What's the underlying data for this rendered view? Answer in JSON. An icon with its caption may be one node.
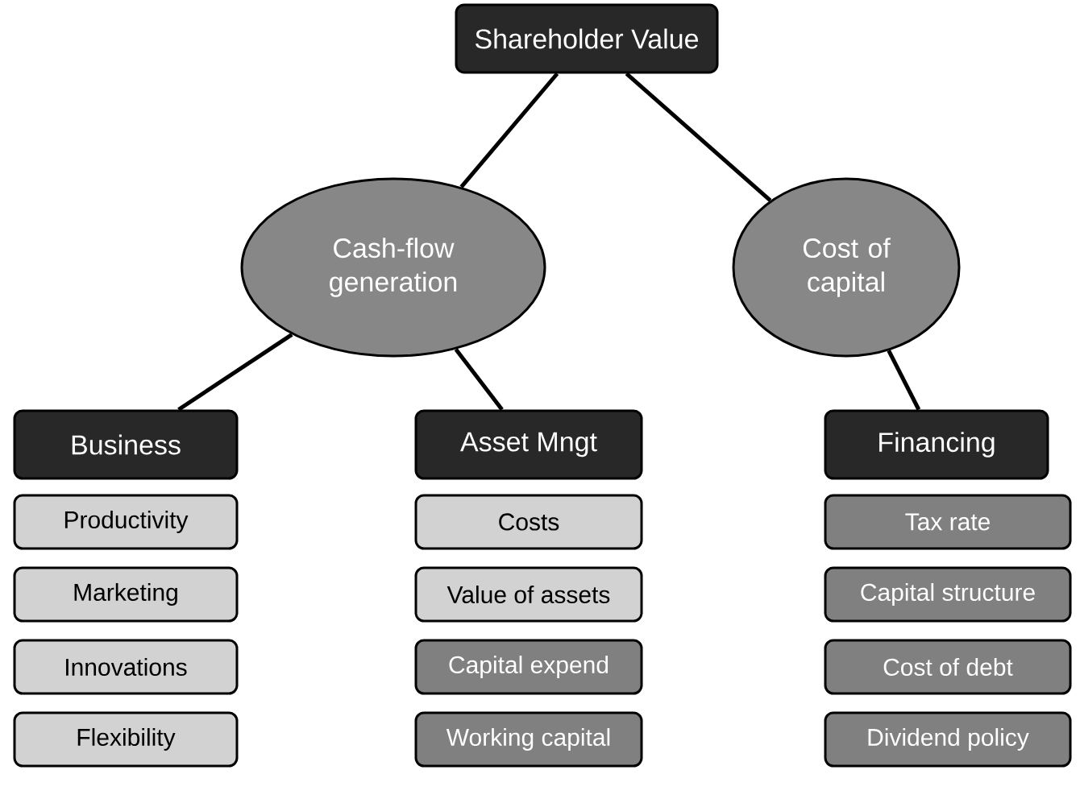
{
  "diagram": {
    "nodes": [
      {
        "text": [
          "Shareholder Value"
        ]
      },
      {
        "text": [
          "Cash-flow generation"
        ]
      },
      {
        "text": [
          "Cost of capital"
        ]
      },
      {
        "text": [
          "Business"
        ]
      },
      {
        "text": [
          "Asset Mngt"
        ]
      },
      {
        "text": [
          "Financing"
        ]
      },
      {
        "text": [
          "Productivity"
        ]
      },
      {
        "text": [
          "Marketing"
        ]
      },
      {
        "text": [
          "Innovations"
        ]
      },
      {
        "text": [
          "Flexibility"
        ]
      },
      {
        "text": [
          "Costs"
        ]
      },
      {
        "text": [
          "Value of assets"
        ]
      },
      {
        "text": [
          "Capital expend"
        ]
      },
      {
        "text": [
          "Working capital"
        ]
      },
      {
        "text": [
          "Tax rate"
        ]
      },
      {
        "text": [
          "Capital structure"
        ]
      },
      {
        "text": [
          "Cost of debt"
        ]
      },
      {
        "text": [
          "Dividend policy"
        ]
      }
    ],
    "edges": [
      {
        "from": 0,
        "to": 1,
        "arrow": "none"
      },
      {
        "from": 0,
        "to": 2,
        "arrow": "none"
      },
      {
        "from": 1,
        "to": 3,
        "arrow": "none"
      },
      {
        "from": 1,
        "to": 4,
        "arrow": "none"
      },
      {
        "from": 2,
        "to": 5,
        "arrow": "none"
      }
    ]
  }
}
